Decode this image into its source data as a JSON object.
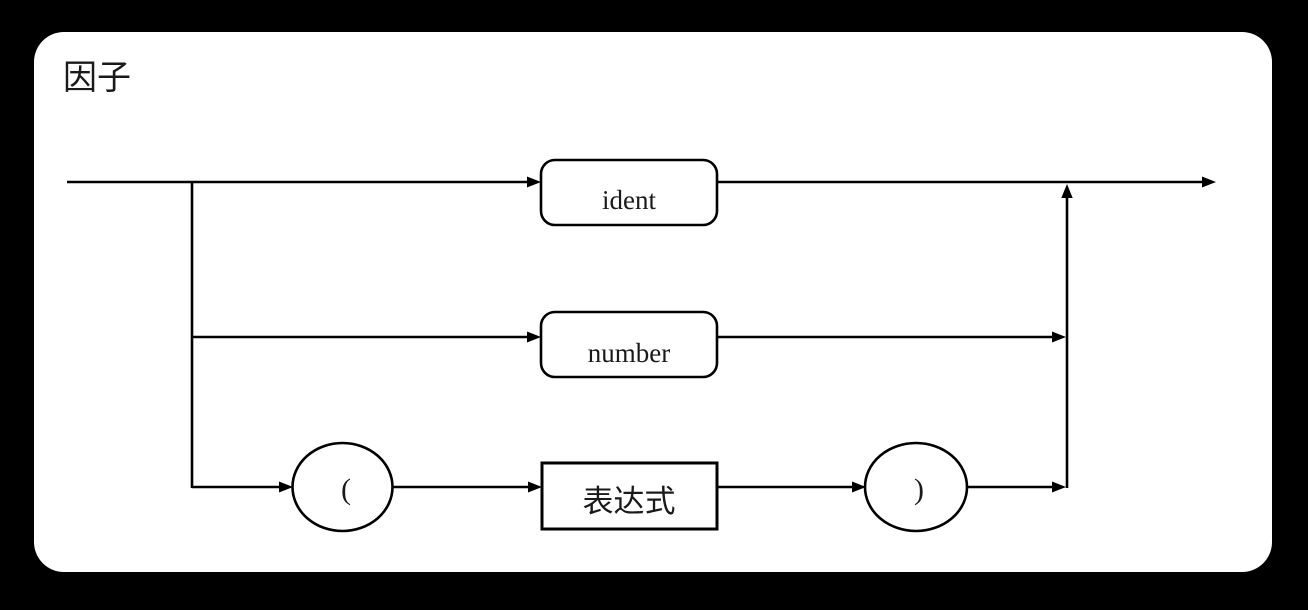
{
  "diagram": {
    "rule_title": "因子",
    "type": "railroad-syntax-diagram",
    "branches": [
      {
        "items": [
          {
            "label": "ident",
            "shape": "rounded-rect"
          }
        ]
      },
      {
        "items": [
          {
            "label": "number",
            "shape": "rounded-rect"
          }
        ]
      },
      {
        "items": [
          {
            "label": "(",
            "shape": "circle"
          },
          {
            "label": "表达式",
            "shape": "rect"
          },
          {
            "label": ")",
            "shape": "circle"
          }
        ]
      }
    ]
  },
  "colors": {
    "background": "#000000",
    "panel": "#ffffff",
    "line": "#000000",
    "node_fill": "#ffffff"
  }
}
